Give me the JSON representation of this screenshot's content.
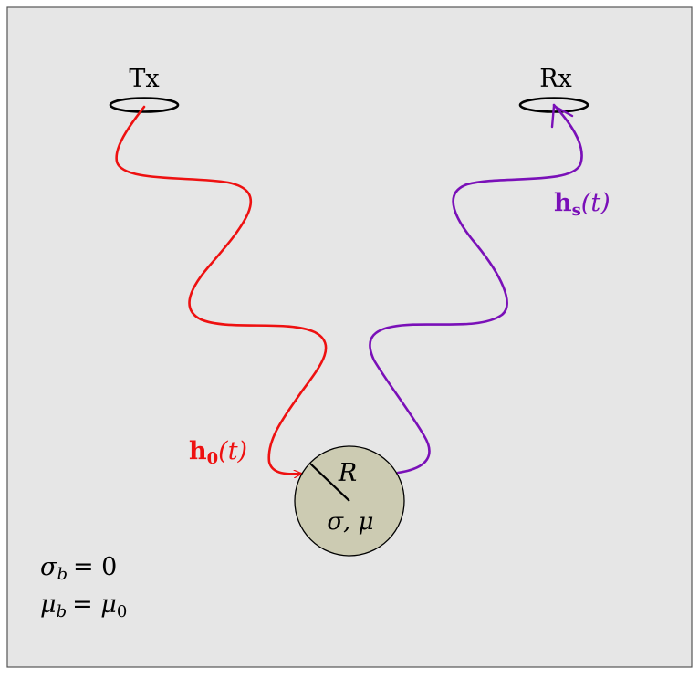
{
  "diagram": {
    "colors": {
      "background": "#e6e6e6",
      "border": "#555555",
      "incident_wave": "#ee1111",
      "scattered_wave": "#7a10b8",
      "sphere_fill": "#cccbb2",
      "ink": "#000000"
    },
    "labels": {
      "transmitter": "Tx",
      "receiver": "Rx",
      "incident_field_bold": "h",
      "incident_field_sub": "0",
      "incident_field_arg": "(t)",
      "scattered_field_bold": "h",
      "scattered_field_sub": "s",
      "scattered_field_arg": "(t)",
      "radius": "R",
      "sphere_props": "σ, μ",
      "bg_conductivity": "σ",
      "bg_conductivity_sub": "b",
      "bg_conductivity_val": "= 0",
      "bg_permeability": "μ",
      "bg_permeability_sub": "b",
      "bg_permeability_val": "= μ",
      "bg_permeability_val_sub": "0"
    }
  }
}
